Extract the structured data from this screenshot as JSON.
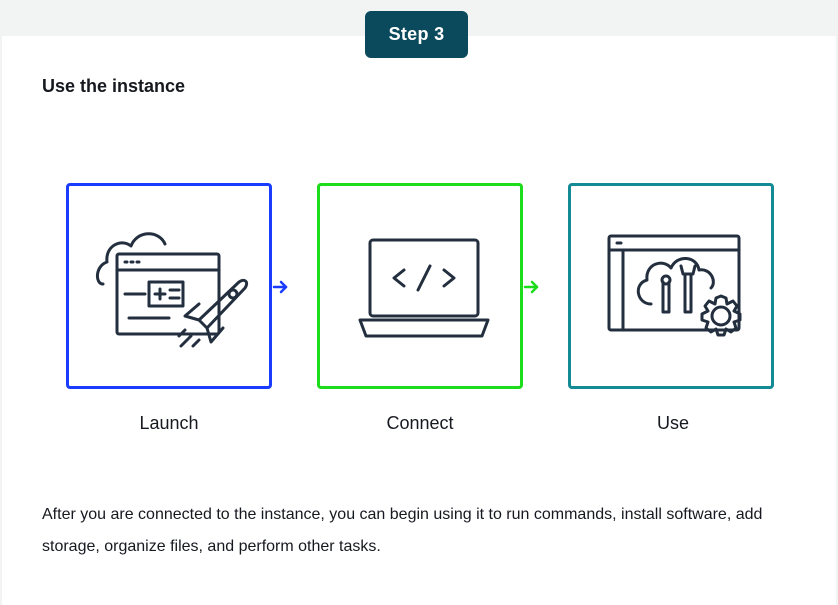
{
  "step_badge": "Step 3",
  "heading": "Use the instance",
  "steps": [
    {
      "label": "Launch",
      "icon": "cloud-rocket-icon",
      "color": "#1a3cff"
    },
    {
      "label": "Connect",
      "icon": "laptop-code-icon",
      "color": "#1cdc1c"
    },
    {
      "label": "Use",
      "icon": "cloud-tools-gear-icon",
      "color": "#138a94"
    }
  ],
  "description": "After you are connected to the instance, you can begin using it to run commands, install software, add storage, organize files, and perform other tasks.",
  "colors": {
    "badge": "#0b4a5c",
    "icon_stroke": "#232f3e"
  }
}
